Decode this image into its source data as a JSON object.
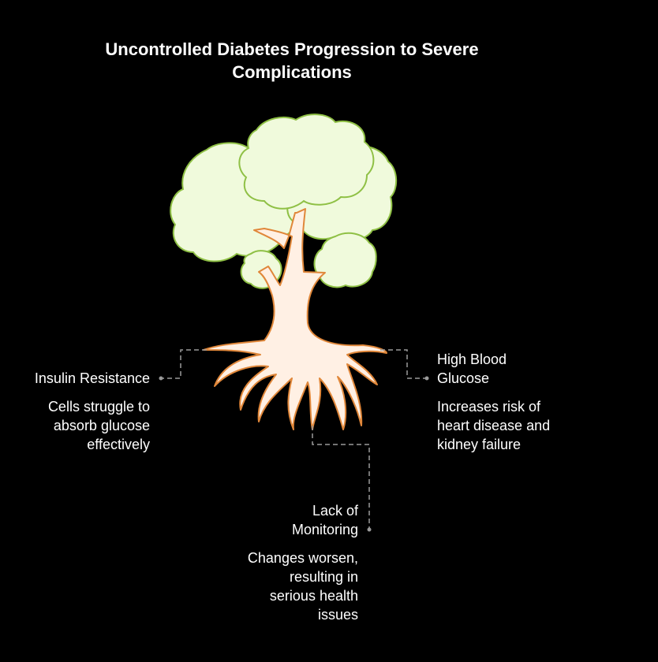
{
  "title": "Uncontrolled Diabetes Progression to Severe Complications",
  "colors": {
    "background": "#000000",
    "foliage_fill": "#f0fadc",
    "foliage_stroke": "#8fc045",
    "trunk_fill": "#fff0e4",
    "trunk_stroke": "#e0873a",
    "connector": "#9a9a9a",
    "text": "#ffffff"
  },
  "nodes": [
    {
      "id": "insulin-resistance",
      "title": "Insulin Resistance",
      "description_lines": [
        "Cells struggle to",
        "absorb glucose",
        "effectively"
      ]
    },
    {
      "id": "high-blood-glucose",
      "title_lines": [
        "High Blood",
        "Glucose"
      ],
      "description_lines": [
        "Increases risk of",
        "heart disease and",
        "kidney failure"
      ]
    },
    {
      "id": "lack-of-monitoring",
      "title_lines": [
        "Lack of",
        "Monitoring"
      ],
      "description_lines": [
        "Changes worsen,",
        "resulting in",
        "serious health",
        "issues"
      ]
    }
  ]
}
